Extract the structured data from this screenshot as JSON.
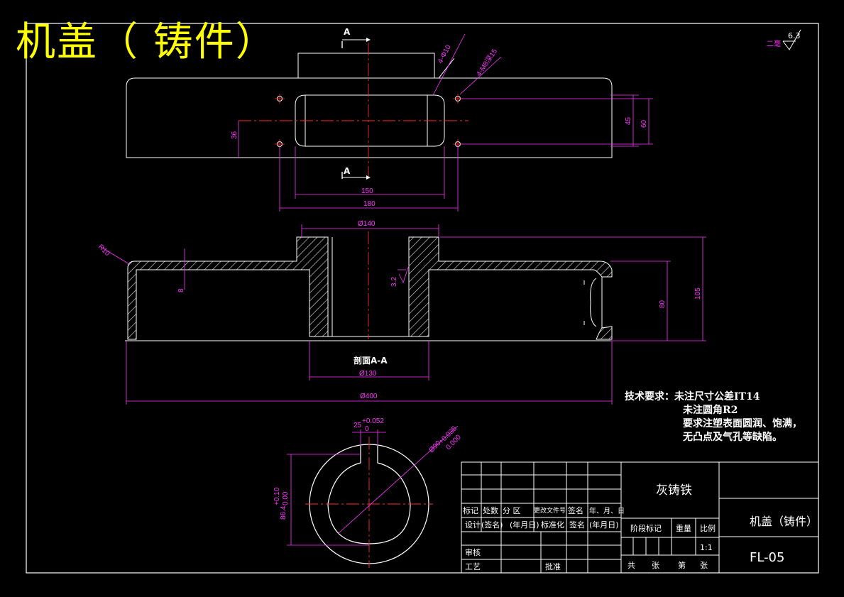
{
  "title": "机盖（  铸件）",
  "roughness": {
    "prefix": "二毫",
    "value": "6.3"
  },
  "section_marks": {
    "top": "A",
    "bottom": "A"
  },
  "top_view": {
    "callouts": [
      "4-Φ10",
      "4-M8深15"
    ],
    "dims": {
      "d36": "36",
      "d45": "45",
      "d60": "60",
      "d150": "150",
      "d180": "180"
    }
  },
  "section_view": {
    "label": "剖面A-A",
    "dims": {
      "r10": "R10",
      "d140": "Ø140",
      "d8": "8",
      "rough": "3.2",
      "d80": "80",
      "d105": "105",
      "d130": "Ø130",
      "d400": "Ø400"
    }
  },
  "bore_view": {
    "dims": {
      "key_w": "25",
      "key_tol_up": "+0.052",
      "key_tol_low": "0",
      "bore": "Ø90",
      "bore_tol_up": "+0.035",
      "bore_tol_low": "0.000",
      "depth": "86.4",
      "depth_tol_up": "+0.10",
      "depth_tol_low": "0.00"
    }
  },
  "tech_requirements": {
    "heading": "技术要求：",
    "lines": [
      "未注尺寸公差IT14",
      "未注圆角R2",
      "要求注塑表面圆润、饱满，",
      "无凸点及气孔等缺陷。"
    ]
  },
  "title_block": {
    "material": "灰铸铁",
    "part_name": "机盖（铸件）",
    "drawing_no": "FL-05",
    "scale": "1:1",
    "row_labels": {
      "mark": "标记",
      "count": "处数",
      "zone": "分  区",
      "change_doc": "更改文件号",
      "sign": "签名",
      "date": "年、月、日",
      "design": "设计",
      "signed": "(签名)",
      "ymd": "(年月日)",
      "standardize": "标准化",
      "signed2": "签名",
      "ymd2": "(年月日)",
      "review": "审核",
      "process": "工艺",
      "approve": "批准",
      "stage_mark": "阶段标记",
      "weight": "重量",
      "scale_label": "比例",
      "total": "共",
      "sheets": "张",
      "no": "第",
      "sheet": "张"
    }
  }
}
